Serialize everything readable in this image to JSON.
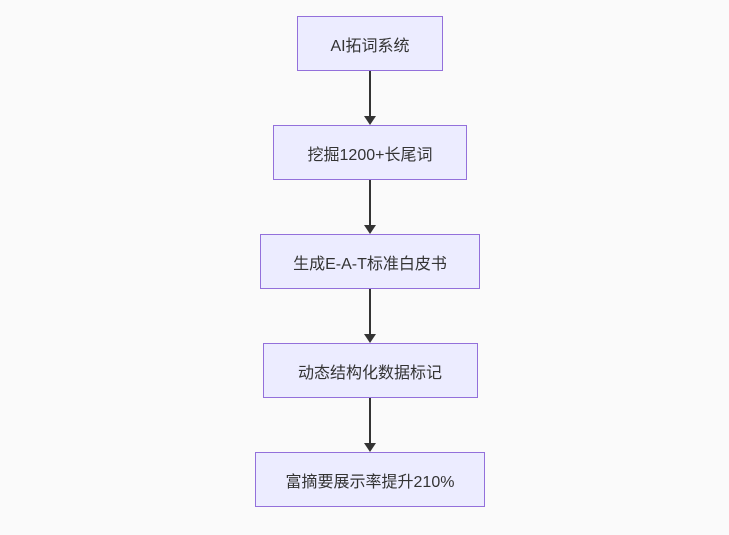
{
  "diagram": {
    "type": "flowchart",
    "direction": "top-down",
    "nodes": [
      {
        "id": "1",
        "label": "AI拓词系统"
      },
      {
        "id": "2",
        "label": "挖掘1200+长尾词"
      },
      {
        "id": "3",
        "label": "生成E-A-T标准白皮书"
      },
      {
        "id": "4",
        "label": "动态结构化数据标记"
      },
      {
        "id": "5",
        "label": "富摘要展示率提升210%"
      }
    ],
    "edges": [
      {
        "from": "1",
        "to": "2"
      },
      {
        "from": "2",
        "to": "3"
      },
      {
        "from": "3",
        "to": "4"
      },
      {
        "from": "4",
        "to": "5"
      }
    ],
    "colors": {
      "background": "#fafafa",
      "node_fill": "#ECECFF",
      "node_border": "#9370DB",
      "arrow": "#333333",
      "text": "#333333"
    }
  }
}
